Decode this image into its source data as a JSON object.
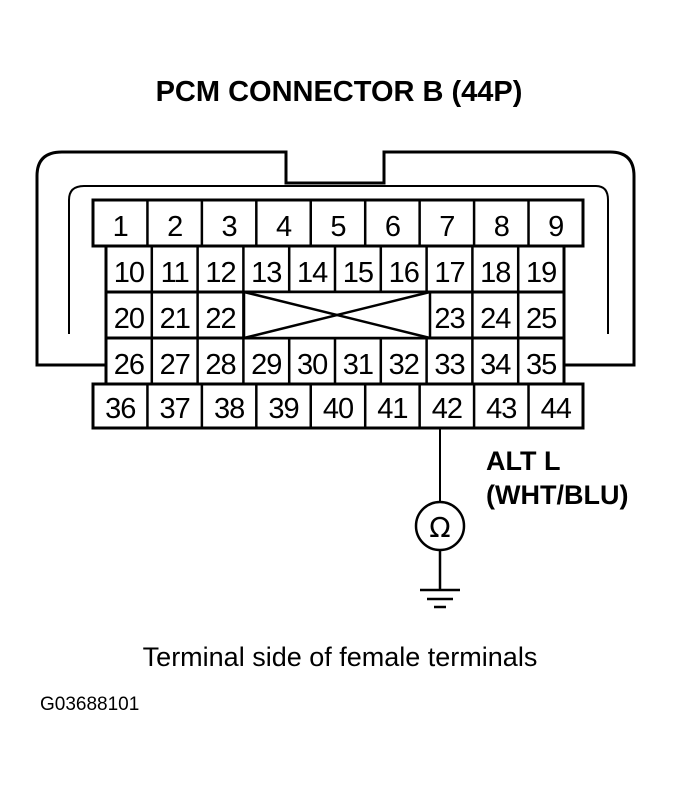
{
  "title": "PCM CONNECTOR B (44P)",
  "connector": {
    "rows": [
      [
        "1",
        "2",
        "3",
        "4",
        "5",
        "6",
        "7",
        "8",
        "9"
      ],
      [
        "10",
        "11",
        "12",
        "13",
        "14",
        "15",
        "16",
        "17",
        "18",
        "19"
      ],
      [
        "20",
        "21",
        "22",
        "23",
        "24",
        "25"
      ],
      [
        "26",
        "27",
        "28",
        "29",
        "30",
        "31",
        "32",
        "33",
        "34",
        "35"
      ],
      [
        "36",
        "37",
        "38",
        "39",
        "40",
        "41",
        "42",
        "43",
        "44"
      ]
    ],
    "probed_terminal": "42"
  },
  "wire": {
    "name": "ALT L",
    "color": "(WHT/BLU)"
  },
  "meter_symbol": "Ω",
  "caption": "Terminal side of female terminals",
  "figure_id": "G03688101"
}
